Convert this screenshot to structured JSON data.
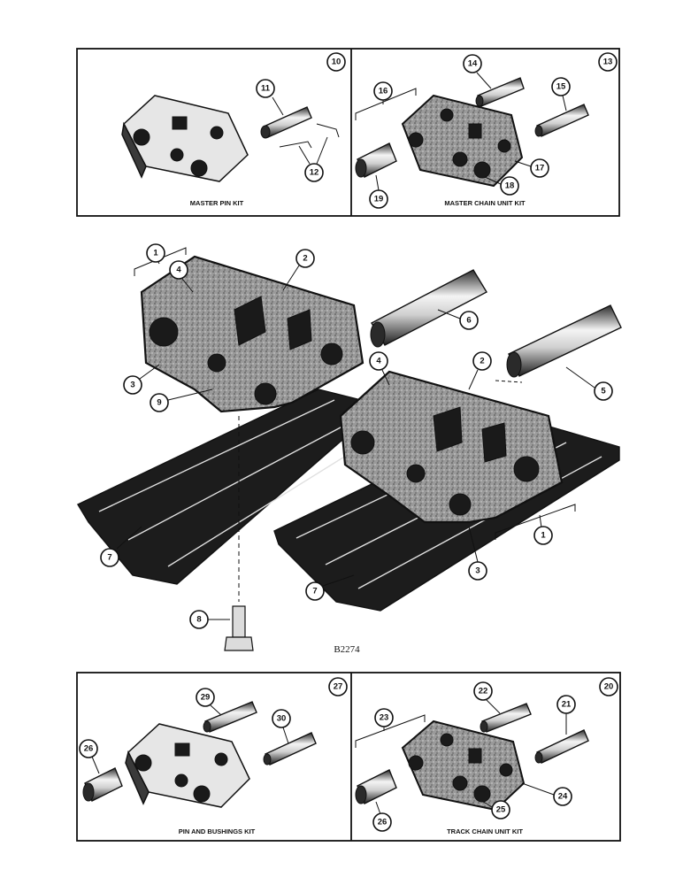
{
  "figure_ref": "B2274",
  "panels": {
    "master_pin_kit": {
      "caption": "MASTER PIN KIT",
      "number": "10"
    },
    "master_chain_unit_kit": {
      "caption": "MASTER CHAIN UNIT KIT",
      "number": "13"
    },
    "pin_and_bushings_kit": {
      "caption": "PIN AND BUSHINGS KIT",
      "number": "27"
    },
    "track_chain_unit_kit": {
      "caption": "TRACK CHAIN UNIT KIT",
      "number": "20"
    }
  },
  "callouts": {
    "c1a": "1",
    "c1b": "1",
    "c2a": "2",
    "c2b": "2",
    "c3a": "3",
    "c3b": "3",
    "c4a": "4",
    "c4b": "4",
    "c5": "5",
    "c6": "6",
    "c7a": "7",
    "c7b": "7",
    "c8": "8",
    "c9": "9",
    "c11": "11",
    "c12": "12",
    "c14": "14",
    "c15": "15",
    "c16": "16",
    "c17": "17",
    "c18": "18",
    "c19": "19",
    "c21": "21",
    "c22": "22",
    "c23": "23",
    "c24": "24",
    "c25": "25",
    "c26a": "26",
    "c26b": "26",
    "c29": "29",
    "c30": "30"
  }
}
